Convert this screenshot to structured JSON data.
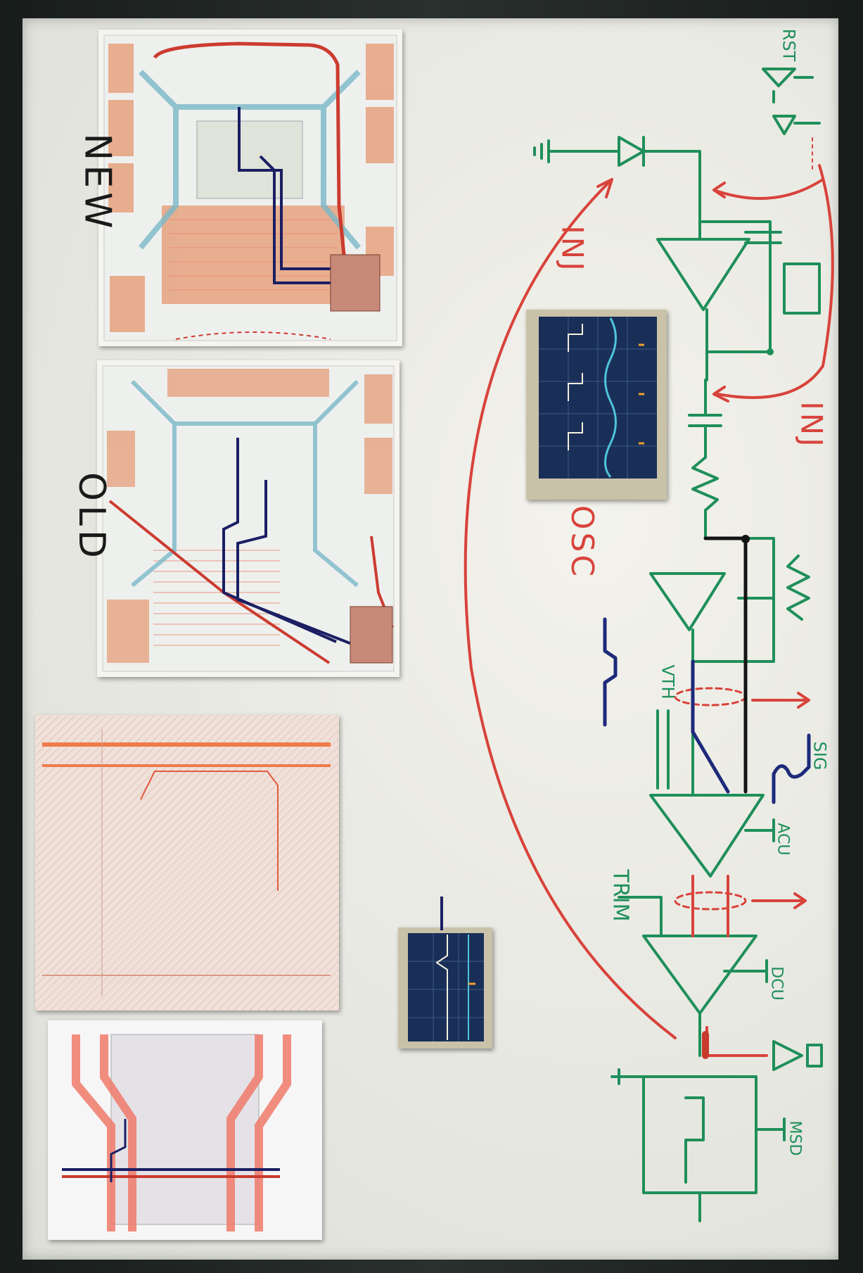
{
  "scene": "whiteboard photo",
  "labels": {
    "new": "NEW",
    "old": "OLD",
    "osc": "OSC",
    "inj_top": "INJ",
    "inj_right": "INJ",
    "rst": "RST",
    "trim": "TRIM",
    "sig": "SIG",
    "vth": "VTH",
    "acu": "ACU",
    "dcu": "DCU",
    "msd": "MSD"
  },
  "colors": {
    "green_marker": "#1f8f5a",
    "red_marker": "#d8433b",
    "blue_marker": "#1d2a7a",
    "black_marker": "#141414",
    "board": "#ecece6",
    "frame": "#1d2222"
  },
  "icons": [
    "ground-symbol",
    "opamp-triangle",
    "capacitor",
    "resistor",
    "diode",
    "inverter",
    "oscilloscope-screen"
  ]
}
